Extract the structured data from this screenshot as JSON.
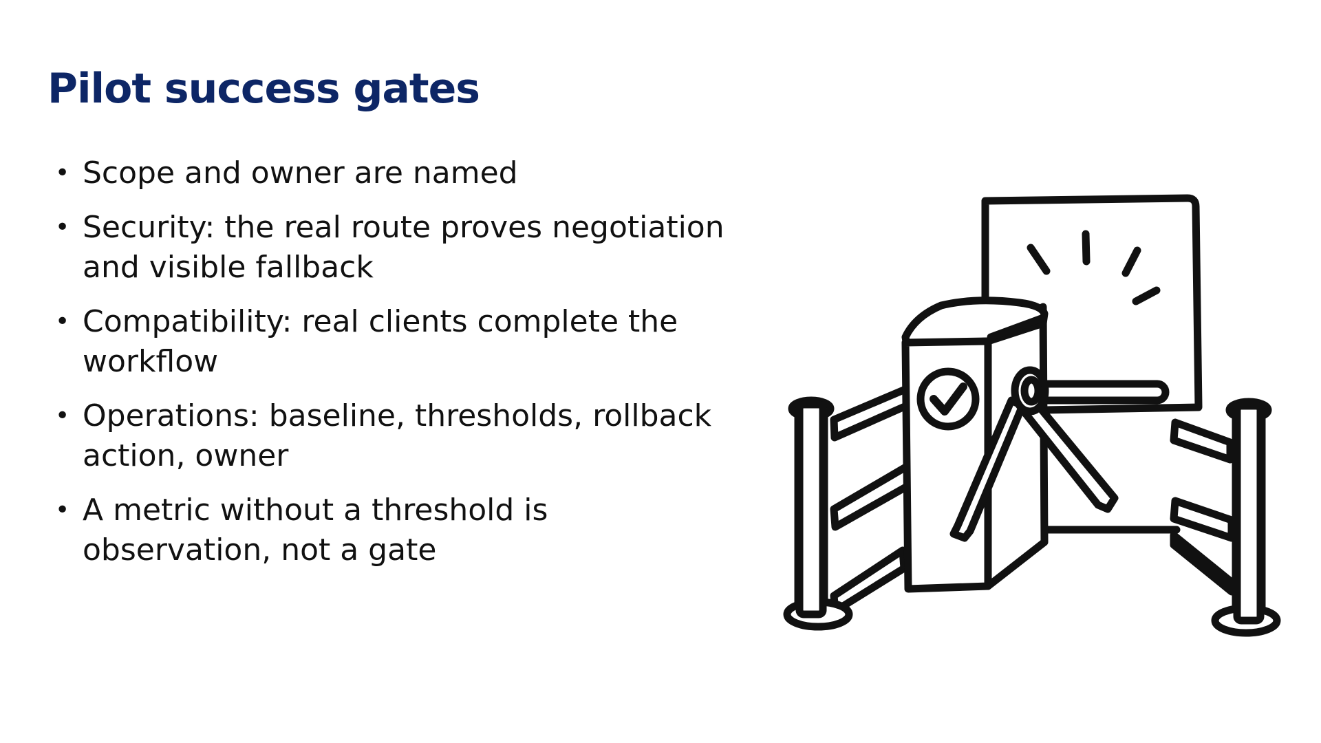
{
  "slide": {
    "title": "Pilot success gates",
    "bullets": [
      {
        "text": "Scope and owner are named"
      },
      {
        "text": "Security: the real route proves negotiation and visible fallback"
      },
      {
        "text": "Compatibility: real clients complete the workflow"
      },
      {
        "text": "Operations: baseline, thresholds, rollback action, owner"
      },
      {
        "text": "A metric without a threshold is observation, not a gate"
      }
    ],
    "bullet_symbol": "•"
  },
  "illustration": {
    "icon": "turnstile-gate-icon",
    "stroke_color": "#111111",
    "fill_color": "#ffffff"
  }
}
